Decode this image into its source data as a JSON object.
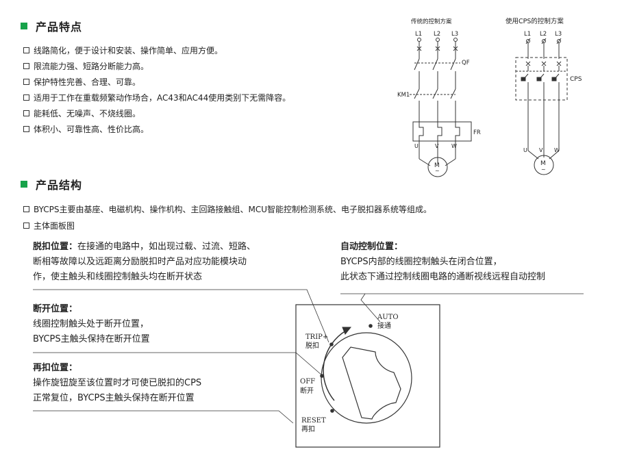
{
  "colors": {
    "accent": "#17a34a",
    "text": "#222222"
  },
  "features": {
    "heading": "产品特点",
    "items": [
      "线路简化，便于设计和安装、操作简单、应用方便。",
      "限流能力强、短路分断能力高。",
      "保护特性完善、合理、可靠。",
      "适用于工作在重载频繁动作场合，AC43和AC44使用类别下无需降容。",
      "能耗低、无噪声、不烧线圈。",
      "体积小、可靠性高、性价比高。"
    ]
  },
  "structure": {
    "heading": "产品结构",
    "items": [
      "BYCPS主要由基座、电磁机构、操作机构、主回路接触组、MCU智能控制检测系统、电子脱扣器系统等组成。",
      "主体面板图"
    ]
  },
  "diagrams": {
    "traditional": {
      "title": "传统的控制方案",
      "phases": [
        "L1",
        "L2",
        "L3"
      ],
      "qf": "QF",
      "km": "KM1",
      "fr": "FR",
      "terminals": [
        "U",
        "V",
        "W"
      ],
      "motor": "M",
      "motor_sub": "~"
    },
    "cps": {
      "title": "使用CPS的控制方案",
      "phases": [
        "L1",
        "L2",
        "L3"
      ],
      "label": "CPS",
      "terminals": [
        "U",
        "V",
        "W"
      ],
      "motor": "M",
      "motor_sub": "~"
    }
  },
  "panel": {
    "trip": {
      "title": "脱扣位置：",
      "lines": [
        "在接通的电路中，如出现过载、过流、短路、",
        "断相等故障以及远距离分励脱扣时产品对应功能模块动",
        "作，使主触头和线圈控制触头均在断开状态"
      ]
    },
    "auto": {
      "title": "自动控制位置：",
      "lines": [
        "BYCPS内部的线圈控制触头在闭合位置，",
        "此状态下通过控制线圈电路的通断视线远程自动控制"
      ]
    },
    "off": {
      "title": "断开位置：",
      "lines": [
        "线圈控制触头处于断开位置，",
        "BYCPS主触头保持在断开位置"
      ]
    },
    "reset": {
      "title": "再扣位置：",
      "lines": [
        "操作旋钮旋至该位置时才可使已脱扣的CPS",
        "正常复位，BYCPS主触头保持在断开位置"
      ]
    },
    "dial_labels": {
      "auto_en": "AUTO",
      "auto_cn": "接通",
      "trip_en": "TRIP+",
      "trip_cn": "脱扣",
      "off_en": "OFF",
      "off_cn": "断开",
      "reset_en": "RESET",
      "reset_cn": "再扣"
    }
  }
}
